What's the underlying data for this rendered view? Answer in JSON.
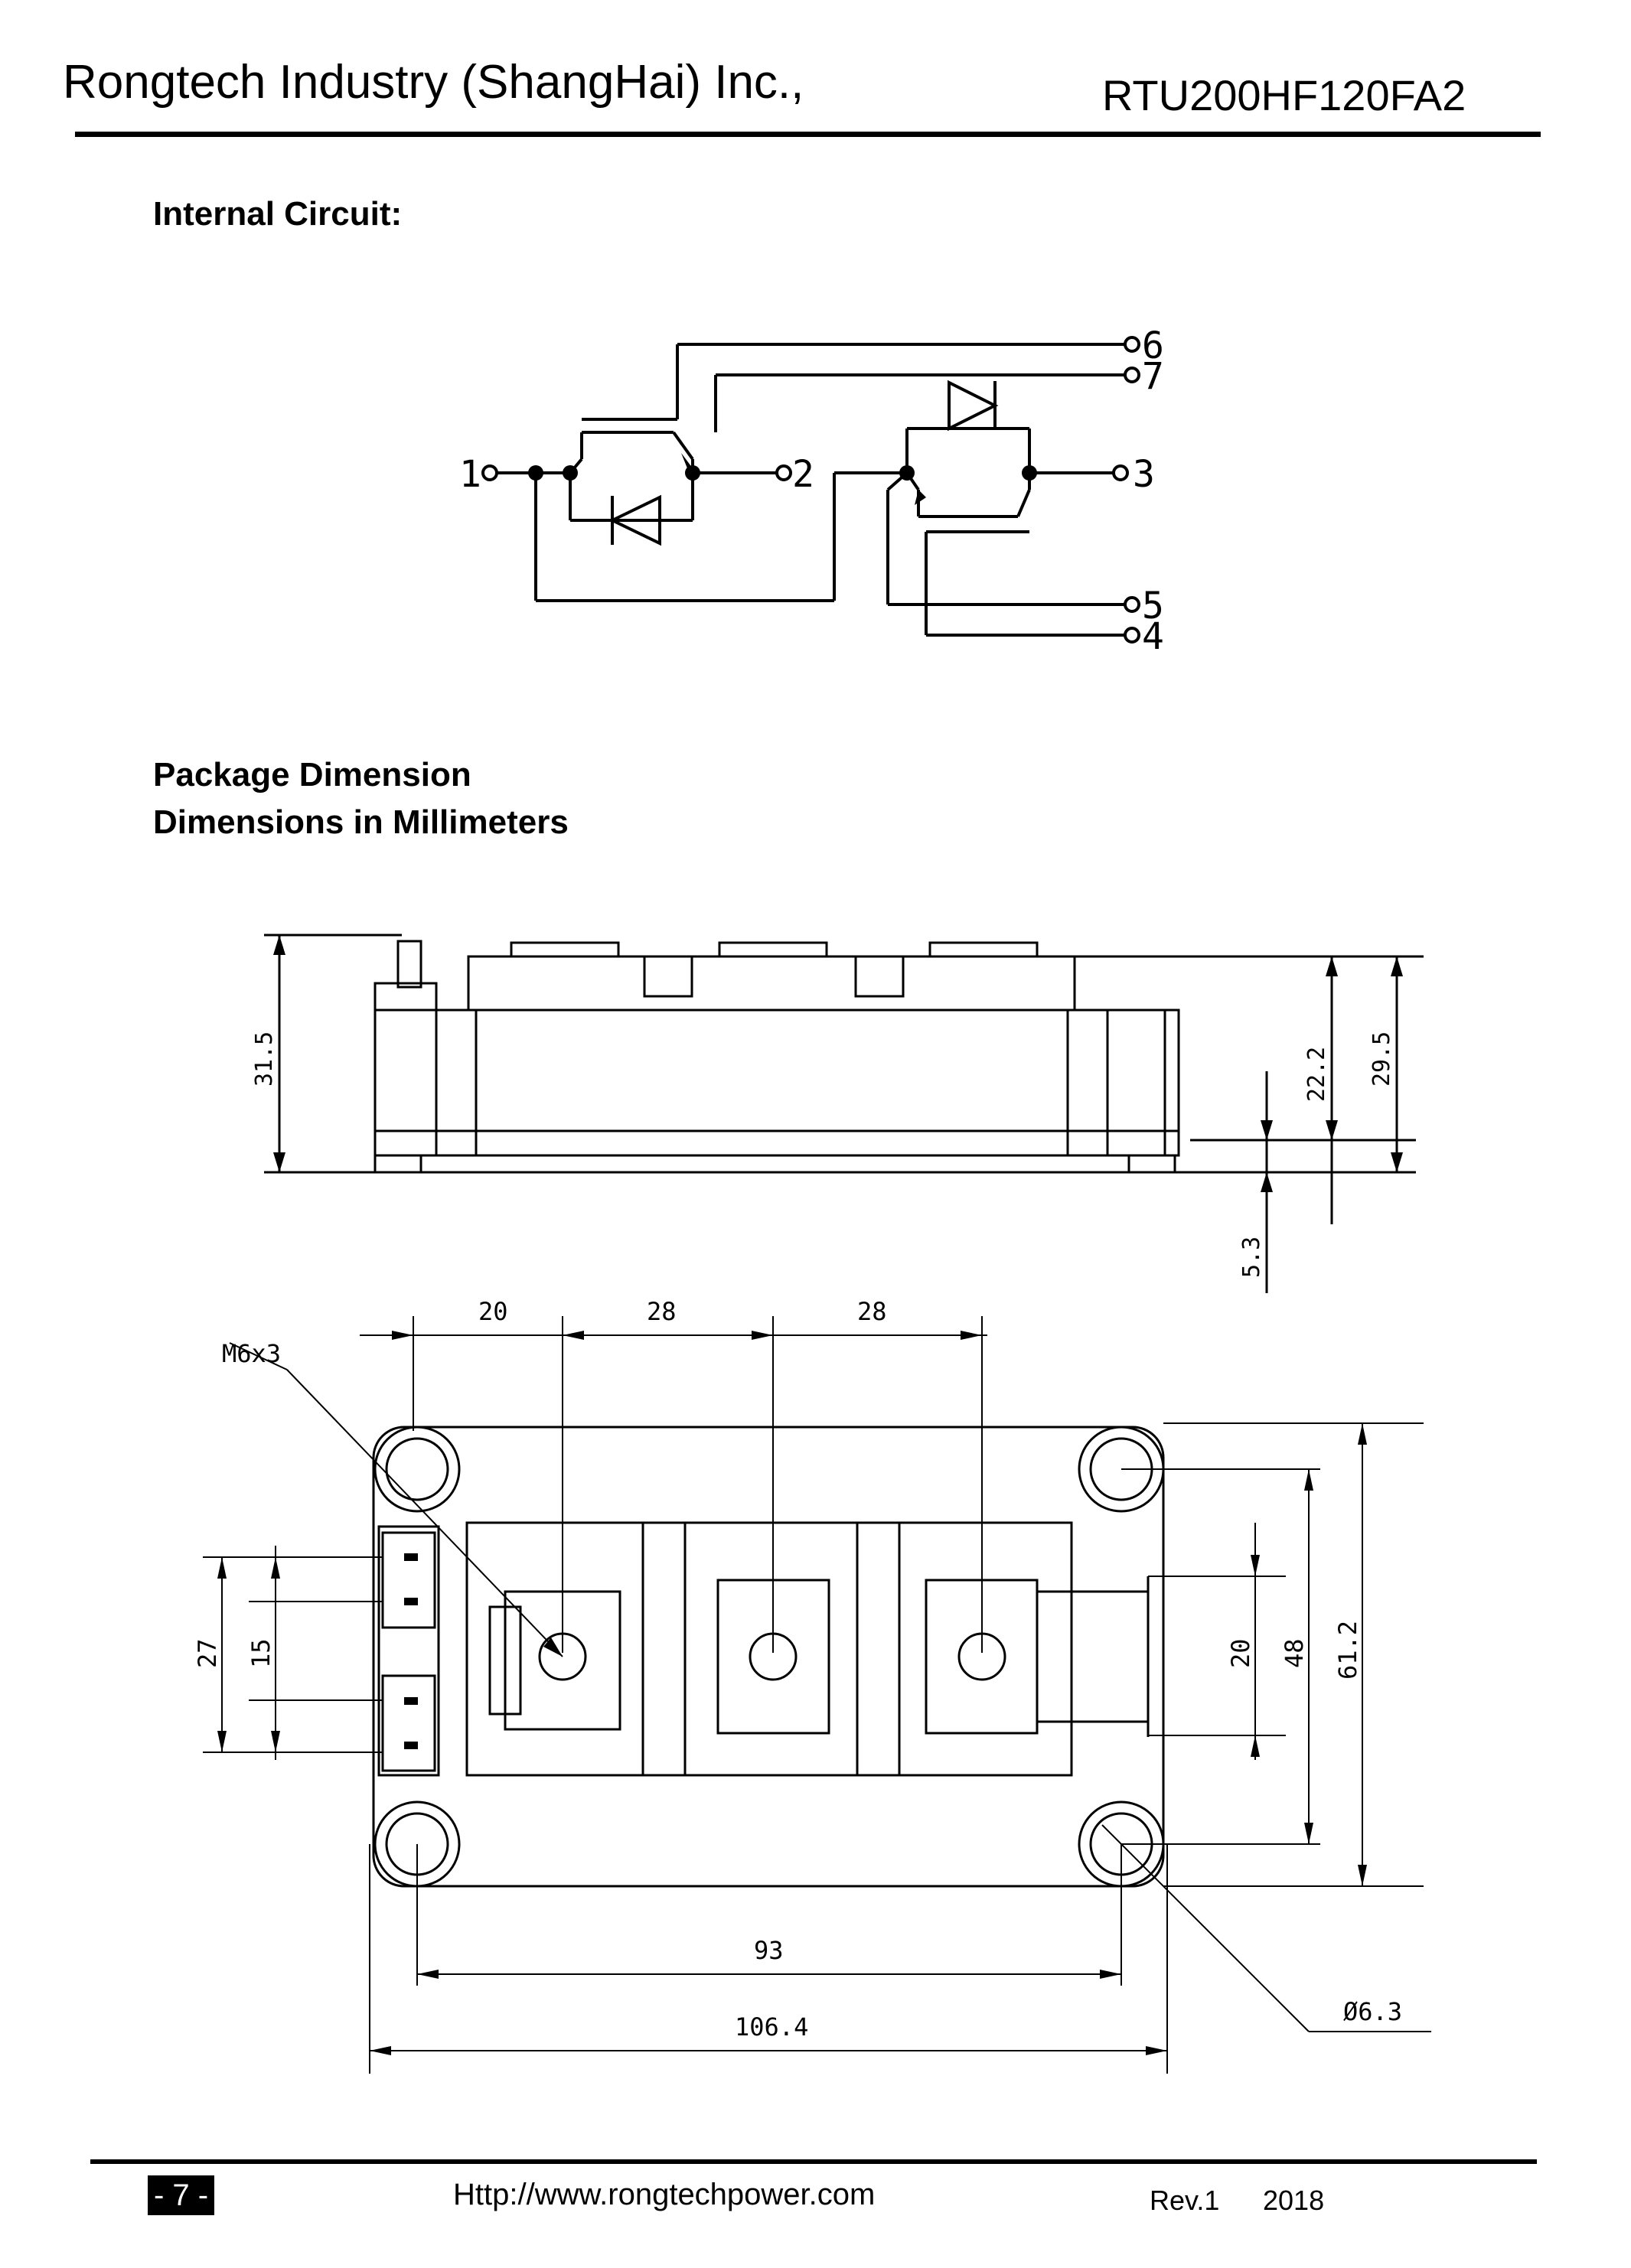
{
  "header": {
    "company": "Rongtech Industry (ShangHai) Inc.,",
    "part_number": "RTU200HF120FA2"
  },
  "sections": {
    "internal_circuit": "Internal Circuit:",
    "package_dimension": "Package Dimension",
    "dimensions_unit": "Dimensions in Millimeters"
  },
  "circuit": {
    "terminals": [
      "1",
      "2",
      "3",
      "4",
      "5",
      "6",
      "7"
    ]
  },
  "dimensions": {
    "side_height_total": "31.5",
    "side_height_body": "29.5",
    "side_height_inner": "22.2",
    "side_base": "5.3",
    "top_pitch_first": "20",
    "top_pitch_second": "28",
    "top_pitch_third": "28",
    "screw_label": "M6x3",
    "aux_pitch_outer": "27",
    "aux_pitch_inner": "15",
    "right_pitch_inner": "20",
    "right_pitch_mid": "48",
    "right_pitch_outer": "61.2",
    "mount_hole_spacing": "93",
    "overall_length": "106.4",
    "hole_diameter": "Ø6.3"
  },
  "footer": {
    "page": "- 7 -",
    "url": "Http://www.rongtechpower.com",
    "revision": "Rev.1",
    "year": "2018"
  }
}
